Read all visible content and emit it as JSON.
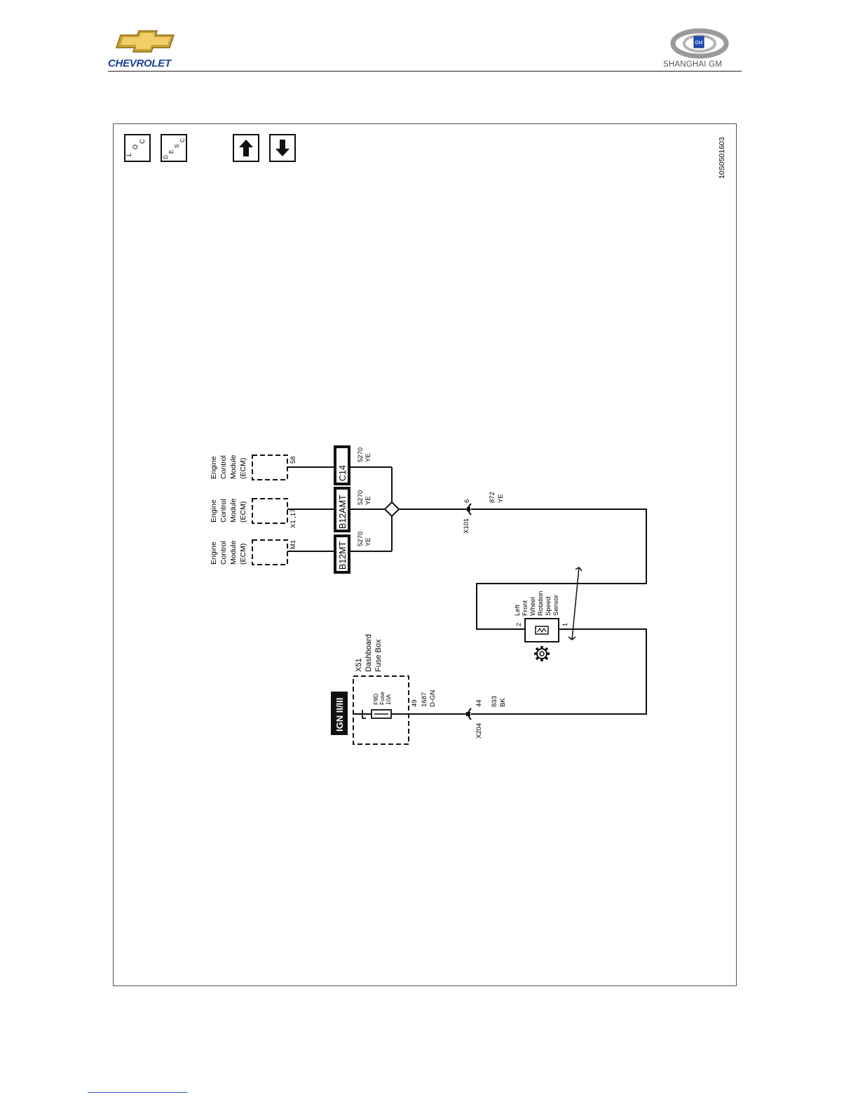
{
  "header": {
    "brand_left": "CHEVROLET",
    "brand_right": "SHANGHAI GM",
    "gm_badge": "GM",
    "brand_colors": {
      "chevy_gold": "#d8b24a",
      "chevy_blue": "#1b3f93",
      "gm_blue": "#1f4fb8"
    }
  },
  "diagram": {
    "doc_id": "10S0501603",
    "nav_buttons": {
      "loc": [
        "L",
        "O",
        "C"
      ],
      "desc": [
        "D",
        "E",
        "S",
        "C"
      ],
      "up_icon": "arrow-up-icon",
      "down_icon": "arrow-down-icon"
    },
    "ecm_modules": [
      {
        "label": [
          "Engine",
          "Control",
          "Module",
          "(ECM)"
        ],
        "pin": "58",
        "variant": "C14",
        "circuit": "5270",
        "color": "YE"
      },
      {
        "label": [
          "Engine",
          "Control",
          "Module",
          "(ECM)"
        ],
        "pin": "X1 ,17",
        "variant": "B12AMT",
        "circuit": "5270",
        "color": "YE"
      },
      {
        "label": [
          "Engine",
          "Control",
          "Module",
          "(ECM)"
        ],
        "pin": "M1",
        "variant": "B12MT",
        "circuit": "5270",
        "color": "YE"
      }
    ],
    "connector_x101": {
      "name": "X101",
      "pin": "6",
      "circuit": "872",
      "color": "YE"
    },
    "sensor": {
      "label": [
        "Left",
        "Front",
        "Wheel",
        "Rotation",
        "Speed",
        "Sensor"
      ],
      "pin_a": "2",
      "pin_b": "1"
    },
    "fuse_box": {
      "name": [
        "X51",
        "Dashboard",
        "Fuse Box"
      ],
      "fuse": [
        "F9D",
        "Fuse",
        "10A"
      ],
      "pin": "49",
      "circuit": "1687",
      "color": "D-GN",
      "power_source": "IGN II/III"
    },
    "connector_x204": {
      "name": "X204",
      "pin": "44",
      "circuit": "833",
      "color": "BK"
    },
    "icons": {
      "sensor_gear": "gear-icon"
    }
  }
}
